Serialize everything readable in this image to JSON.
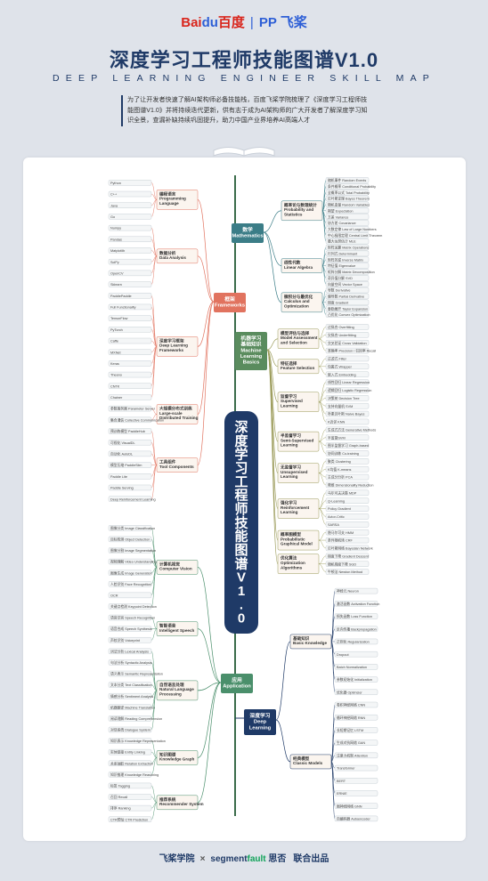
{
  "header": {
    "baidu_text": "Bai",
    "baidu_paw": "du",
    "baidu_cn": "百度",
    "separator": "|",
    "pp_logo": "PP",
    "feijiang": "飞桨",
    "title": "深度学习工程师技能图谱V1.0",
    "subtitle": "DEEP LEARNING ENGINEER SKILL MAP",
    "intro": "为了让开发者快速了解AI架构师必备技能栈，百度飞桨学院梳理了《深度学习工程师技能图谱V1.0》并将持续迭代更新，供有志于成为AI架构师的广大开发者了解深度学习知识全景，查漏补缺持续巩固提升，助力中国产业界培养AI高端人才"
  },
  "center": {
    "title": "深度学习工程师技能图谱V1.0"
  },
  "branches": {
    "frameworks": "框架\nFrameworks",
    "math": "数学\nMathematics",
    "ml": "机器学习\n基础知识\nMachine\nLearning\nBasics",
    "application": "应用\nApplication",
    "dl": "深度学习\nDeep\nLearning"
  },
  "left_top": [
    {
      "label": "编程语言\nProgramming\nLanguage",
      "leaves": [
        "Python",
        "C++",
        "Java",
        "Go"
      ]
    },
    {
      "label": "数据分析\nData Analysis",
      "leaves": [
        "Numpy",
        "Pandas",
        "Matplotlib",
        "SciPy",
        "OpenCV",
        "Sklearn"
      ]
    },
    {
      "label": "深度学习框架\nDeep Learning\nFrameworks",
      "leaves": [
        "PaddlePaddle",
        "Full Functionality",
        "TensorFlow",
        "PyTorch",
        "Caffe",
        "MXNet",
        "Keras",
        "Theano",
        "CNTK",
        "Chainer"
      ]
    },
    {
      "label": "大规模分布式训练\nLarge-scale\nDistributed Training",
      "leaves": [
        "参数服务器 Parameter Server",
        "集合通信 Collective Communication"
      ]
    },
    {
      "label": "工具组件\nTool Components",
      "leaves": [
        "预训练模型 PaddleHub",
        "可视化 VisualDL",
        "自动化 AutoDL",
        "模型压缩 PaddleSlim",
        "Paddle Lite",
        "Paddle Serving",
        "Deep Reinforcement Learning"
      ]
    }
  ],
  "left_bottom": [
    {
      "label": "计算机视觉\nComputer Vision",
      "leaves": [
        "图像分类 Image Classification",
        "目标检测 Object Detection",
        "图像分割 Image Segmentation",
        "视频理解 Video Understanding",
        "图像生成 Image Generation",
        "人脸识别 Face Recognition",
        "OCR",
        "关键点检测 Keypoint Detection"
      ]
    },
    {
      "label": "智能语音\nIntelligent Speech",
      "leaves": [
        "语音识别 Speech Recognition",
        "语音合成 Speech Synthesis",
        "声纹识别 Voiceprint"
      ]
    },
    {
      "label": "自然语言处理\nNatural Language\nProcessing",
      "leaves": [
        "词法分析 Lexical Analysis",
        "句法分析 Syntactic Analysis",
        "语义表示 Semantic Representation",
        "文本分类 Text Classification",
        "情感分析 Sentiment Analysis",
        "机器翻译 Machine Translation",
        "阅读理解 Reading Comprehension",
        "对话系统 Dialogue System"
      ]
    },
    {
      "label": "知识图谱\nKnowledge Graph",
      "leaves": [
        "知识表示 Knowledge Representation",
        "实体链接 Entity Linking",
        "关系抽取 Relation Extraction",
        "知识推理 Knowledge Reasoning"
      ]
    },
    {
      "label": "推荐系统\nRecommender System",
      "leaves": [
        "标签 Tagging",
        "召回 Recall",
        "排序 Ranking",
        "CTR预估 CTR Prediction"
      ]
    }
  ],
  "right_math": [
    {
      "label": "概率论与数理统计\nProbability and\nStatistics",
      "leaves": [
        "随机事件 Random Events",
        "条件概率 Conditional Probability",
        "全概率公式 Total Probability",
        "贝叶斯定理 Bayes Theorem",
        "随机变量 Random Variables",
        "期望 Expectation",
        "方差 Variance",
        "协方差 Covariance",
        "大数定律 Law of Large Numbers",
        "中心极限定理 Central Limit Theorem",
        "最大似然估计 MLE"
      ]
    },
    {
      "label": "线性代数\nLinear Algebra",
      "leaves": [
        "矩阵运算 Matrix Operations",
        "行列式 Determinant",
        "矩阵的逆 Inverse Matrix",
        "特征值 Eigenvalue",
        "矩阵分解 Matrix Decomposition",
        "奇异值分解 SVD",
        "向量空间 Vector Space"
      ]
    },
    {
      "label": "微积分与最优化\nCalculus and\nOptimization",
      "leaves": [
        "导数 Derivative",
        "偏导数 Partial Derivative",
        "梯度 Gradient",
        "泰勒展开 Taylor Expansion",
        "凸优化 Convex Optimization"
      ]
    }
  ],
  "right_ml": [
    {
      "label": "模型评估与选择\nModel Assessment\nand Selection",
      "leaves": [
        "过拟合 Overfitting",
        "欠拟合 Underfitting",
        "交叉验证 Cross Validation",
        "准确率 Precision / 召回率 Recall"
      ]
    },
    {
      "label": "特征选择\nFeature Selection",
      "leaves": [
        "过滤式 Filter",
        "包裹式 Wrapper",
        "嵌入式 Embedding"
      ]
    },
    {
      "label": "监督学习\nSupervised\nLearning",
      "leaves": [
        "线性回归 Linear Regression",
        "逻辑回归 Logistic Regression",
        "决策树 Decision Tree",
        "支持向量机 SVM",
        "朴素贝叶斯 Naive Bayes",
        "K近邻 KNN"
      ]
    },
    {
      "label": "半监督学习\nSemi-Supervised\nLearning",
      "leaves": [
        "生成式方法 Generative Methods",
        "半监督SVM",
        "图半监督学习 Graph-based",
        "协同训练 Co-training"
      ]
    },
    {
      "label": "无监督学习\nUnsupervised\nLearning",
      "leaves": [
        "聚类 Clustering",
        "K均值 K-means",
        "主成分分析 PCA",
        "降维 Dimensionality Reduction"
      ]
    },
    {
      "label": "强化学习\nReinforcement\nLearning",
      "leaves": [
        "马尔可夫决策 MDP",
        "Q-Learning",
        "Policy Gradient",
        "Actor-Critic",
        "SARSA"
      ]
    },
    {
      "label": "概率图模型\nProbabilistic\nGraphical Model",
      "leaves": [
        "隐马尔可夫 HMM",
        "条件随机场 CRF",
        "贝叶斯网络 Bayesian Network"
      ]
    },
    {
      "label": "优化算法\nOptimization\nAlgorithms",
      "leaves": [
        "梯度下降 Gradient Descent",
        "随机梯度下降 SGD",
        "牛顿法 Newton Method"
      ]
    }
  ],
  "right_dl": [
    {
      "label": "基础知识\nBasic Knowledge",
      "leaves": [
        "神经元 Neuron",
        "激活函数 Activation Function",
        "损失函数 Loss Function",
        "反向传播 Backpropagation",
        "正则化 Regularization",
        "Dropout",
        "Batch Normalization",
        "参数初始化 Initialization",
        "优化器 Optimizer"
      ]
    },
    {
      "label": "经典模型\nClassic Models",
      "leaves": [
        "卷积神经网络 CNN",
        "循环神经网络 RNN",
        "长短期记忆 LSTM",
        "生成对抗网络 GAN",
        "注意力机制 Attention",
        "Transformer",
        "BERT",
        "ERNIE",
        "图神经网络 GNN",
        "自编码器 Autoencoder"
      ]
    }
  ],
  "footer": {
    "school": "飞桨学院",
    "x": "×",
    "sf_a": "segment",
    "sf_b": "fault",
    "sf_cn": "思否",
    "joint": "联合出品"
  }
}
